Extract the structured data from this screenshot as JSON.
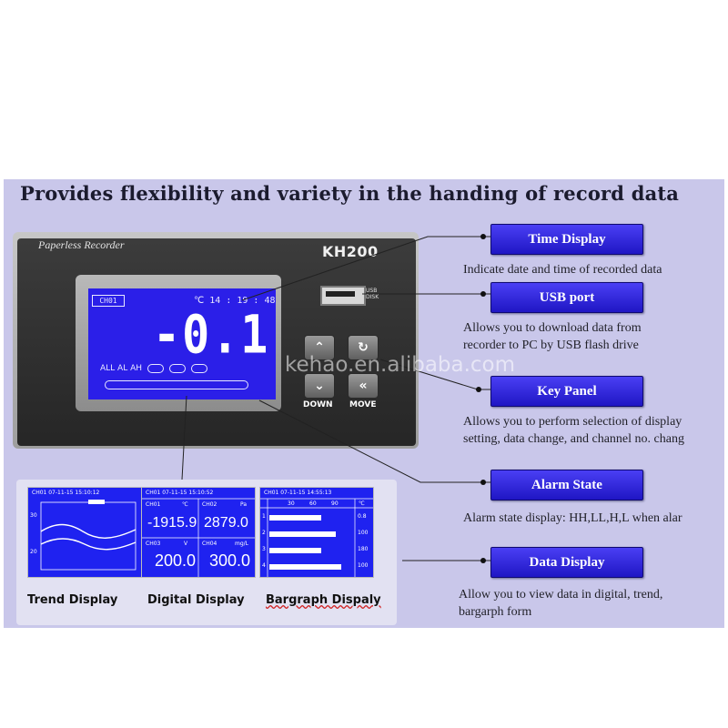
{
  "headline": "Provides flexibility and variety in the handing of record data",
  "device": {
    "brand": "Paperless Recorder",
    "model": "KH200",
    "usb_label_line1": "USB",
    "usb_label_line2": "DISK",
    "lcd": {
      "channel": "CH01",
      "time": "℃ 14 : 19 : 48",
      "value": "-0.1",
      "alarms": "ALL AL AH"
    },
    "keys": {
      "up": "⌃",
      "rotate": "↻",
      "down_symbol": "⌄",
      "move_symbol": "«",
      "down_label": "DOWN",
      "move_label": "MOVE"
    }
  },
  "callouts": [
    {
      "title": "Time Display",
      "text": [
        "Indicate date and time of recorded data"
      ]
    },
    {
      "title": "USB port",
      "text": [
        "Allows you to download data from",
        "recorder to PC by USB flash drive"
      ]
    },
    {
      "title": "Key Panel",
      "text": [
        "Allows you to perform selection of display",
        "setting, data change, and channel no. chang"
      ]
    },
    {
      "title": "Alarm State",
      "text": [
        "Alarm state display: HH,LL,H,L when alar"
      ]
    },
    {
      "title": "Data Display",
      "text": [
        "Allow you to view data in digital, trend,",
        "bargarph form"
      ]
    }
  ],
  "thumbnails": {
    "trend": {
      "caption": "Trend Display",
      "header": "CH01  07-11-15  15:10:12",
      "tick_top": "30",
      "tick_bottom": "20"
    },
    "digital": {
      "caption": "Digital Display",
      "header": "CH01  07-11-15  15:10:52",
      "cells": [
        {
          "label": "CH01",
          "unit": "℃",
          "value": "-1915.9"
        },
        {
          "label": "CH02",
          "unit": "Pa",
          "value": "2879.0"
        },
        {
          "label": "CH03",
          "unit": "V",
          "value": "200.0"
        },
        {
          "label": "CH04",
          "unit": "mg/L",
          "value": "300.0"
        }
      ]
    },
    "bargraph": {
      "caption": "Bargraph Dispaly",
      "header": "CH01  07-11-15  14:55:13",
      "column_headers": [
        "30",
        "60",
        "90",
        "℃"
      ],
      "bar_levels": [
        0.62,
        0.79,
        0.62,
        0.86
      ],
      "row_labels": [
        "1",
        "2",
        "3",
        "4"
      ],
      "right_labels": [
        "0.8",
        "100",
        "180",
        "100"
      ]
    }
  },
  "watermark": "kehao.en.alibaba.com"
}
